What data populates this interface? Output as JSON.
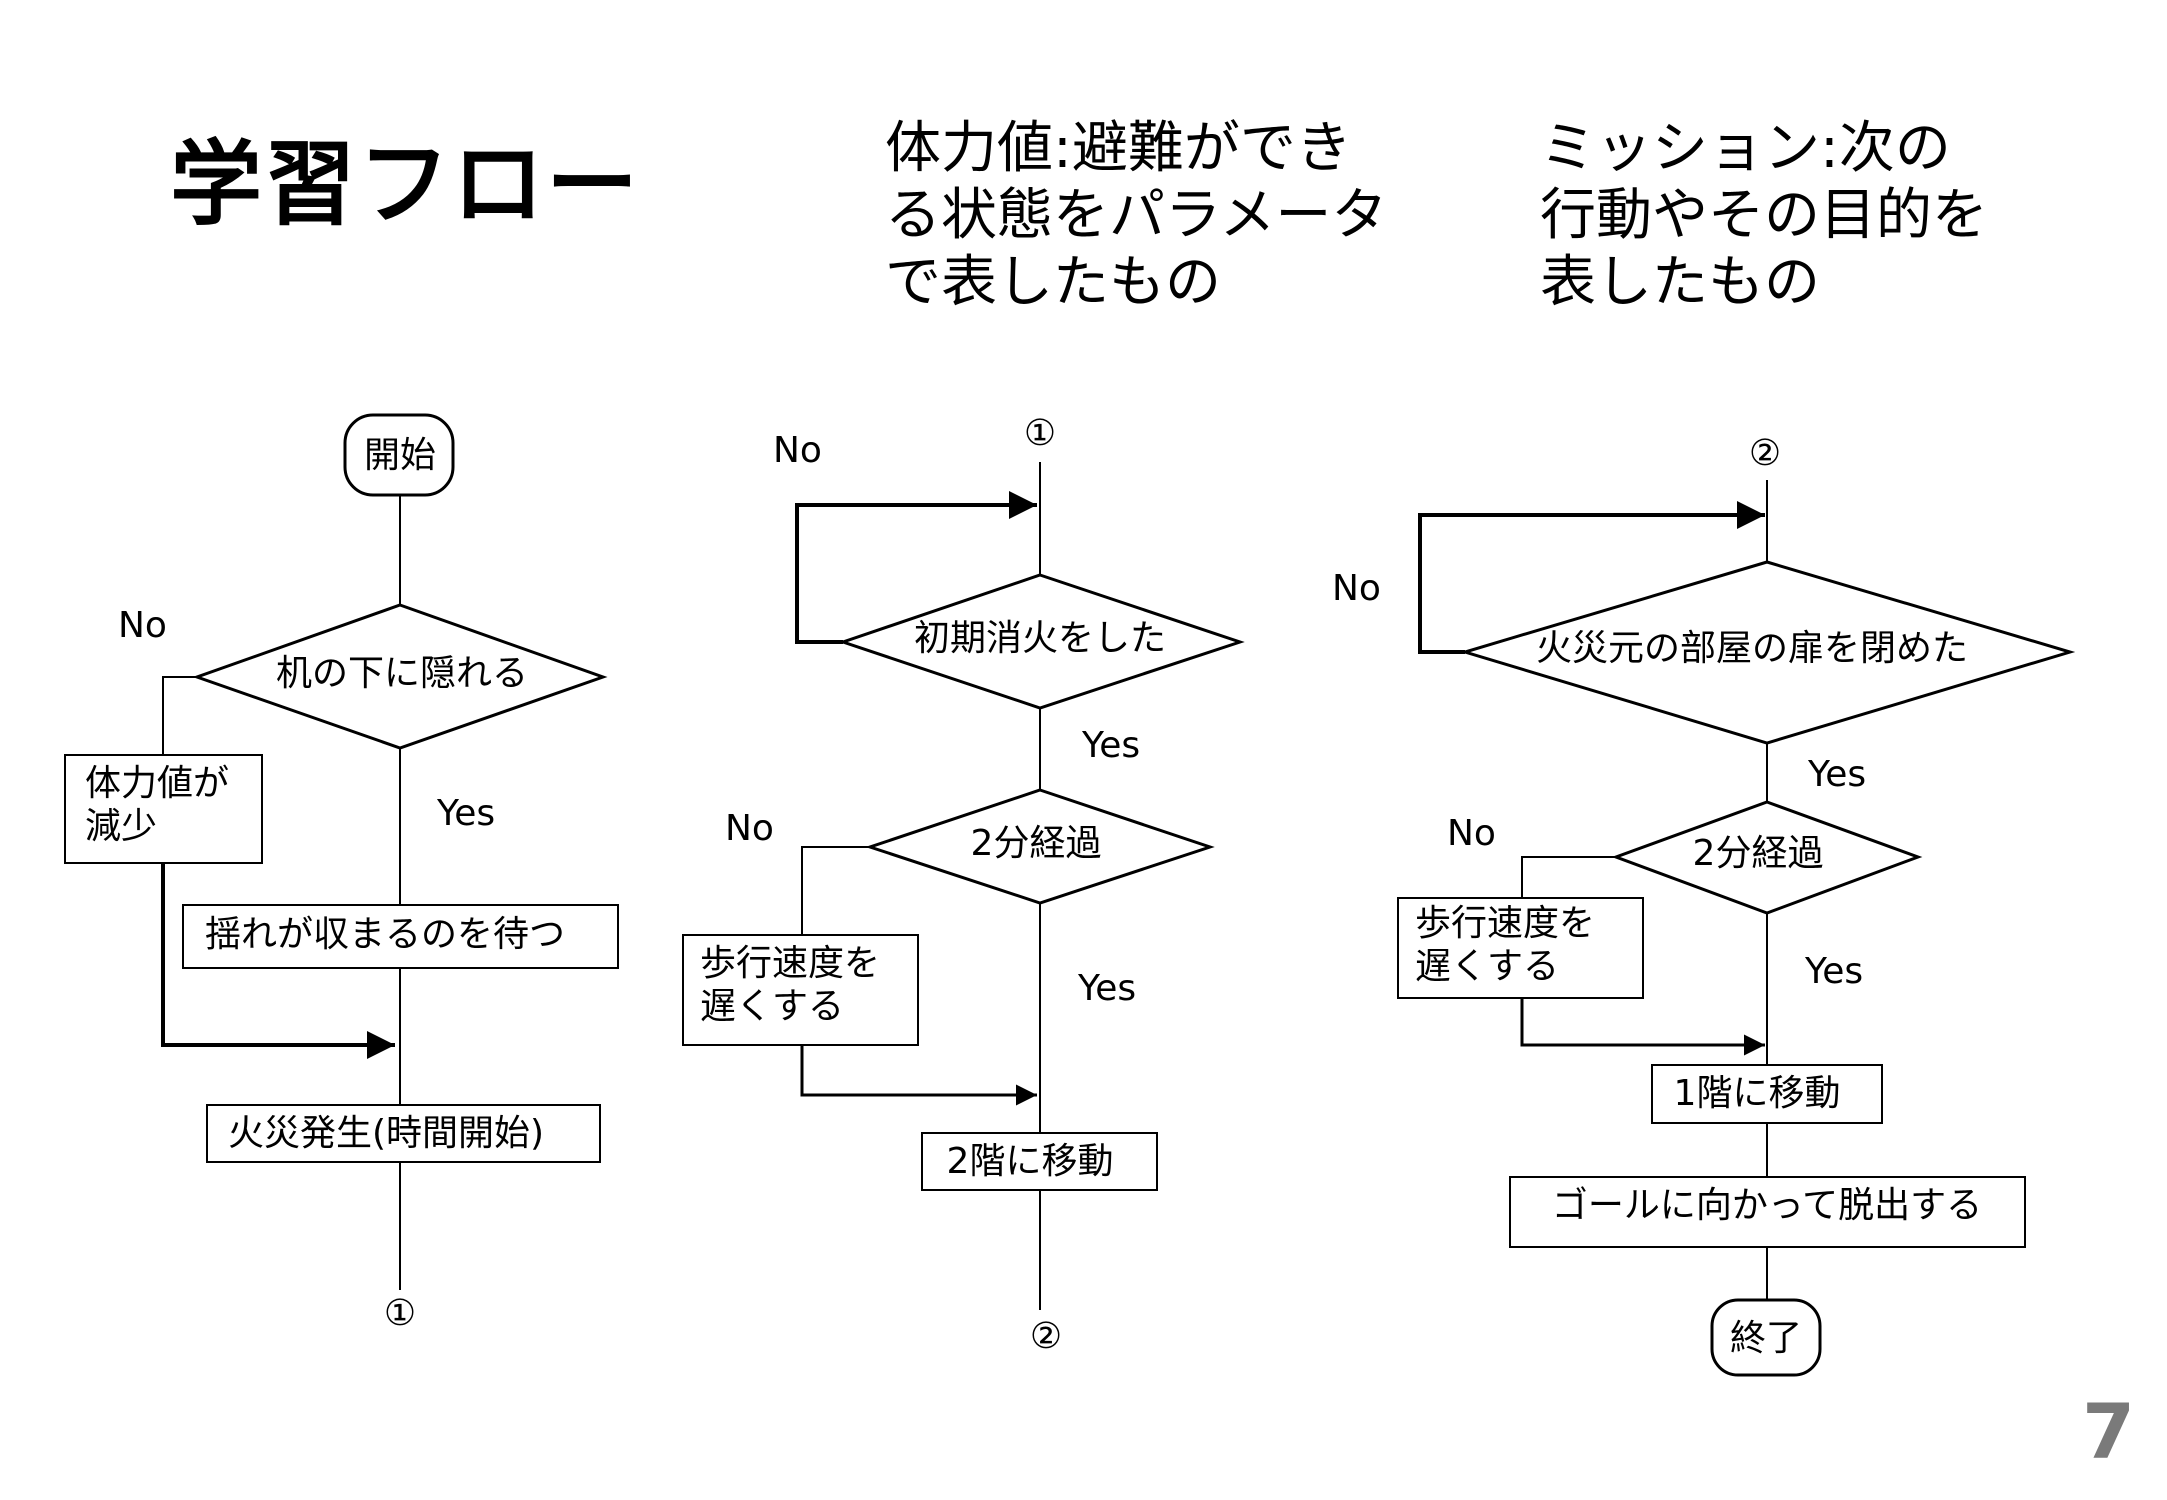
{
  "title": "学習フロー",
  "page_number": "7",
  "notes": {
    "stamina": [
      "体力値:避難ができ",
      "る状態をパラメータ",
      "で表したもの"
    ],
    "mission": [
      "ミッション:次の",
      "行動やその目的を",
      "表したもの"
    ]
  },
  "labels": {
    "yes": "Yes",
    "no": "No"
  },
  "connectors": {
    "one": "①",
    "two": "②"
  },
  "flow1": {
    "start": "開始",
    "decision": "机の下に隠れる",
    "penalty": [
      "体力値が",
      "減少"
    ],
    "wait": "揺れが収まるのを待つ",
    "fire": "火災発生(時間開始)"
  },
  "flow2": {
    "decision1": "初期消火をした",
    "decision2": "2分経過",
    "slow": [
      "歩行速度を",
      "遅くする"
    ],
    "move": "2階に移動"
  },
  "flow3": {
    "decision1": "火災元の部屋の扉を閉めた",
    "decision2": "2分経過",
    "slow": [
      "歩行速度を",
      "遅くする"
    ],
    "move": "1階に移動",
    "goal": "ゴールに向かって脱出する",
    "end": "終了"
  }
}
